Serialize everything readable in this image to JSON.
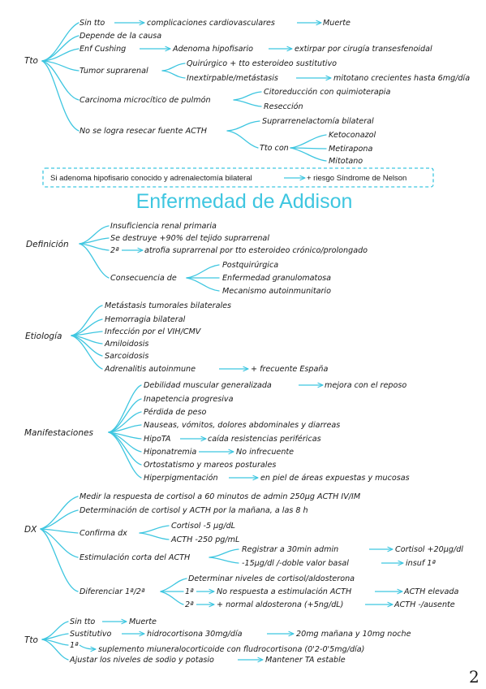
{
  "colors": {
    "accent": "#3ec6e0",
    "text": "#1a1a1a"
  },
  "tto1": {
    "label": "Tto",
    "sin_tto": {
      "text": "Sin tto",
      "then": "complicaciones cardiovasculares",
      "final": "Muerte"
    },
    "depende": "Depende de la causa",
    "cushing": {
      "text": "Enf Cushing",
      "then": "Adenoma hipofisario",
      "final": "extirpar por cirugía transesfenoidal"
    },
    "tumor": {
      "text": "Tumor suprarenal",
      "quirurgico": "Quirúrgico + tto esteroideo sustitutivo",
      "inextirpable": "Inextirpable/metástasis",
      "mitotano": "mitotano crecientes hasta 6mg/día"
    },
    "carcinoma": {
      "text": "Carcinoma microcítico de pulmón",
      "opt1": "Citoreducción con quimioterapia",
      "opt2": "Resección"
    },
    "no_resecar": {
      "text": "No se logra resecar fuente ACTH",
      "supra": "Suprarrenelactomía bilateral",
      "tto_con": "Tto con",
      "drugs": [
        "Ketoconazol",
        "Metirapona",
        "Mitotano"
      ]
    }
  },
  "nelson_note": {
    "text": "Si adenoma hipofisario conocido y adrenalectomía bilateral",
    "result": "+ riesgo Síndrome de Nelson"
  },
  "title": "Enfermedad de Addison",
  "definicion": {
    "label": "Definición",
    "items": [
      "Insuficiencia renal primaria",
      "Se destruye +90% del tejido suprarrenal"
    ],
    "secondary": {
      "text": "2ª",
      "then": "atrofia suprarrenal por tto esteroideo crónico/prolongado"
    },
    "consecuencia": {
      "text": "Consecuencia de",
      "items": [
        "Postquirúrgica",
        "Enfermedad granulomatosa",
        "Mecanismo autoinmunitario"
      ]
    }
  },
  "etiologia": {
    "label": "Etiología",
    "items": [
      "Metástasis tumorales bilaterales",
      "Hemorragia bilateral",
      "Infección por el VIH/CMV",
      "Amiloidosis",
      "Sarcoidosis"
    ],
    "adrenalitis": {
      "text": "Adrenalitis autoinmune",
      "then": "+ frecuente España"
    }
  },
  "manifestaciones": {
    "label": "Manifestaciones",
    "debilidad": {
      "text": "Debilidad muscular generalizada",
      "then": "mejora con el reposo"
    },
    "inapetencia": "Inapetencia progresiva",
    "perdida": "Pérdida de peso",
    "nauseas": "Nauseas, vómitos, dolores abdominales y diarreas",
    "hipota": {
      "text": "HipoTA",
      "then": "caída resistencias periféricas"
    },
    "hiponatremia": {
      "text": "Hiponatremia",
      "then": "No infrecuente"
    },
    "ortostatismo": "Ortostatismo y mareos posturales",
    "hiperpig": {
      "text": "Hiperpigmentación",
      "then": "en piel de áreas expuestas y mucosas"
    }
  },
  "dx": {
    "label": "DX",
    "medir": "Medir la respuesta de cortisol a 60 minutos de admin 250μg ACTH IV/IM",
    "determinacion": "Determinación de cortisol y ACTH por la mañana, a las 8 h",
    "confirma": {
      "text": "Confirma dx",
      "cortisol": "Cortisol -5 μg/dL",
      "acth": "ACTH -250 pg/mL"
    },
    "estimulacion": {
      "text": "Estimulación corta del ACTH",
      "registrar": "Registrar a 30min admin",
      "cortisol_up": "Cortisol +20μg/dl",
      "basal": "-15μg/dl /-doble valor basal",
      "insuf": "insuf 1ª"
    },
    "diferenciar": {
      "text": "Diferenciar 1ª/2ª",
      "determinar": "Determinar niveles de cortisol/aldosterona",
      "primaria": {
        "tag": "1ª",
        "text": "No respuesta a estimulación ACTH",
        "result": "ACTH elevada"
      },
      "secundaria": {
        "tag": "2ª",
        "text": "+ normal aldosterona (+5ng/dL)",
        "result": "ACTH -/ausente"
      }
    }
  },
  "tto2": {
    "label": "Tto",
    "sin_tto": {
      "text": "Sin tto",
      "then": "Muerte"
    },
    "sustitutivo": {
      "text": "Sustitutivo",
      "then": "hidrocortisona 30mg/día",
      "final": "20mg mañana y 10mg noche"
    },
    "primaria": {
      "text": "1ª",
      "then": "suplemento miuneralocorticoide con fludrocortisona (0'2-0'5mg/día)"
    },
    "ajustar": {
      "text": "Ajustar los niveles de sodio y potasio",
      "then": "Mantener TA estable"
    }
  },
  "page_number": "2"
}
